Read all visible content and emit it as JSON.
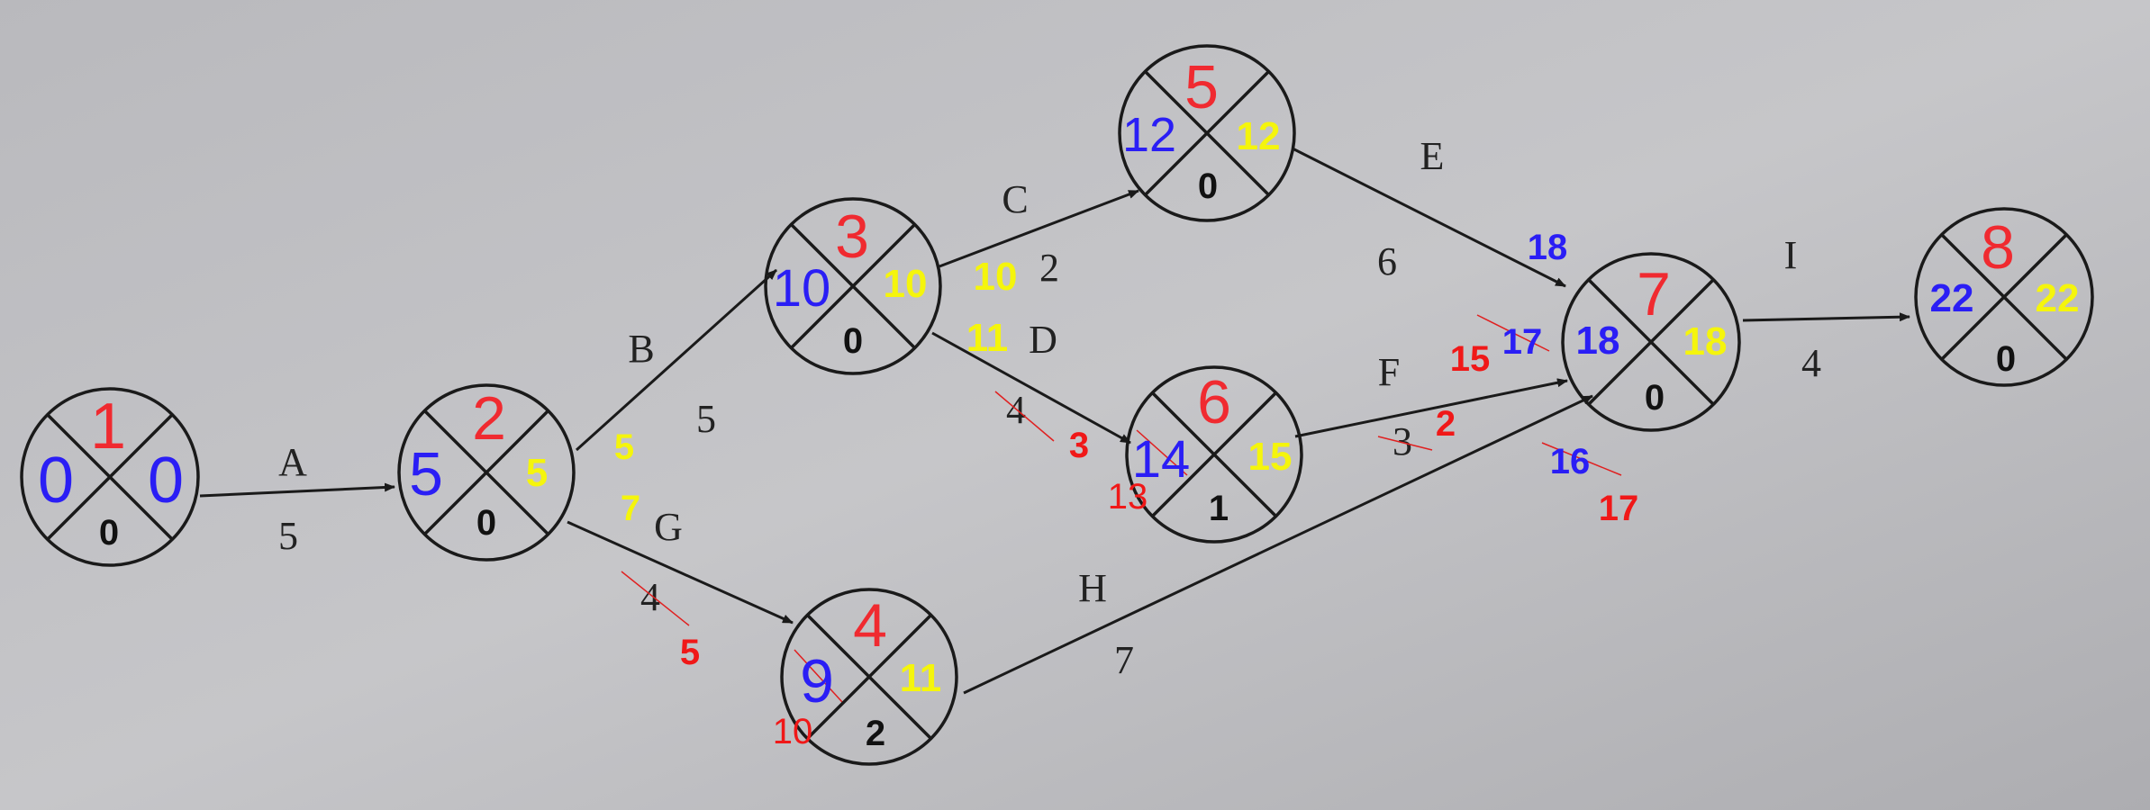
{
  "colors": {
    "node_number": "#f02a30",
    "earliest": "#2a1ef5",
    "latest": "#f5f50c",
    "slack": "#111111",
    "annotation_red": "#f01818",
    "annotation_blue": "#2a1ef5",
    "annotation_yellow": "#f5f50c",
    "edge": "#1a1a1a",
    "label": "#222222"
  },
  "nodes": [
    {
      "id": "1",
      "earliest": "0",
      "latest": "0",
      "slack": "0"
    },
    {
      "id": "2",
      "earliest": "5",
      "latest": "5",
      "slack": "0"
    },
    {
      "id": "3",
      "earliest": "10",
      "latest": "10",
      "slack": "0"
    },
    {
      "id": "4",
      "earliest": "9",
      "latest": "11",
      "slack": "2",
      "extra": "10"
    },
    {
      "id": "5",
      "earliest": "12",
      "latest": "12",
      "slack": "0"
    },
    {
      "id": "6",
      "earliest": "14",
      "latest": "15",
      "slack": "1",
      "extra": "13"
    },
    {
      "id": "7",
      "earliest": "18",
      "latest": "18",
      "slack": "0"
    },
    {
      "id": "8",
      "earliest": "22",
      "latest": "22",
      "slack": "0"
    }
  ],
  "activities": [
    {
      "name": "A",
      "duration": "5",
      "from": "1",
      "to": "2"
    },
    {
      "name": "B",
      "duration": "5",
      "from": "2",
      "to": "3"
    },
    {
      "name": "G",
      "duration": "4",
      "revised_duration": "5",
      "from": "2",
      "to": "4"
    },
    {
      "name": "C",
      "duration": "2",
      "from": "3",
      "to": "5"
    },
    {
      "name": "D",
      "duration": "4",
      "revised_duration": "3",
      "from": "3",
      "to": "6"
    },
    {
      "name": "E",
      "duration": "6",
      "from": "5",
      "to": "7"
    },
    {
      "name": "F",
      "duration": "3",
      "revised_duration": "2",
      "from": "6",
      "to": "7"
    },
    {
      "name": "H",
      "duration": "7",
      "from": "4",
      "to": "7"
    },
    {
      "name": "I",
      "duration": "4",
      "from": "7",
      "to": "8"
    }
  ],
  "annotations": {
    "yellow": [
      "5",
      "7",
      "10",
      "11"
    ],
    "blue": [
      "18",
      "17",
      "16"
    ],
    "red": [
      "15",
      "17"
    ]
  }
}
